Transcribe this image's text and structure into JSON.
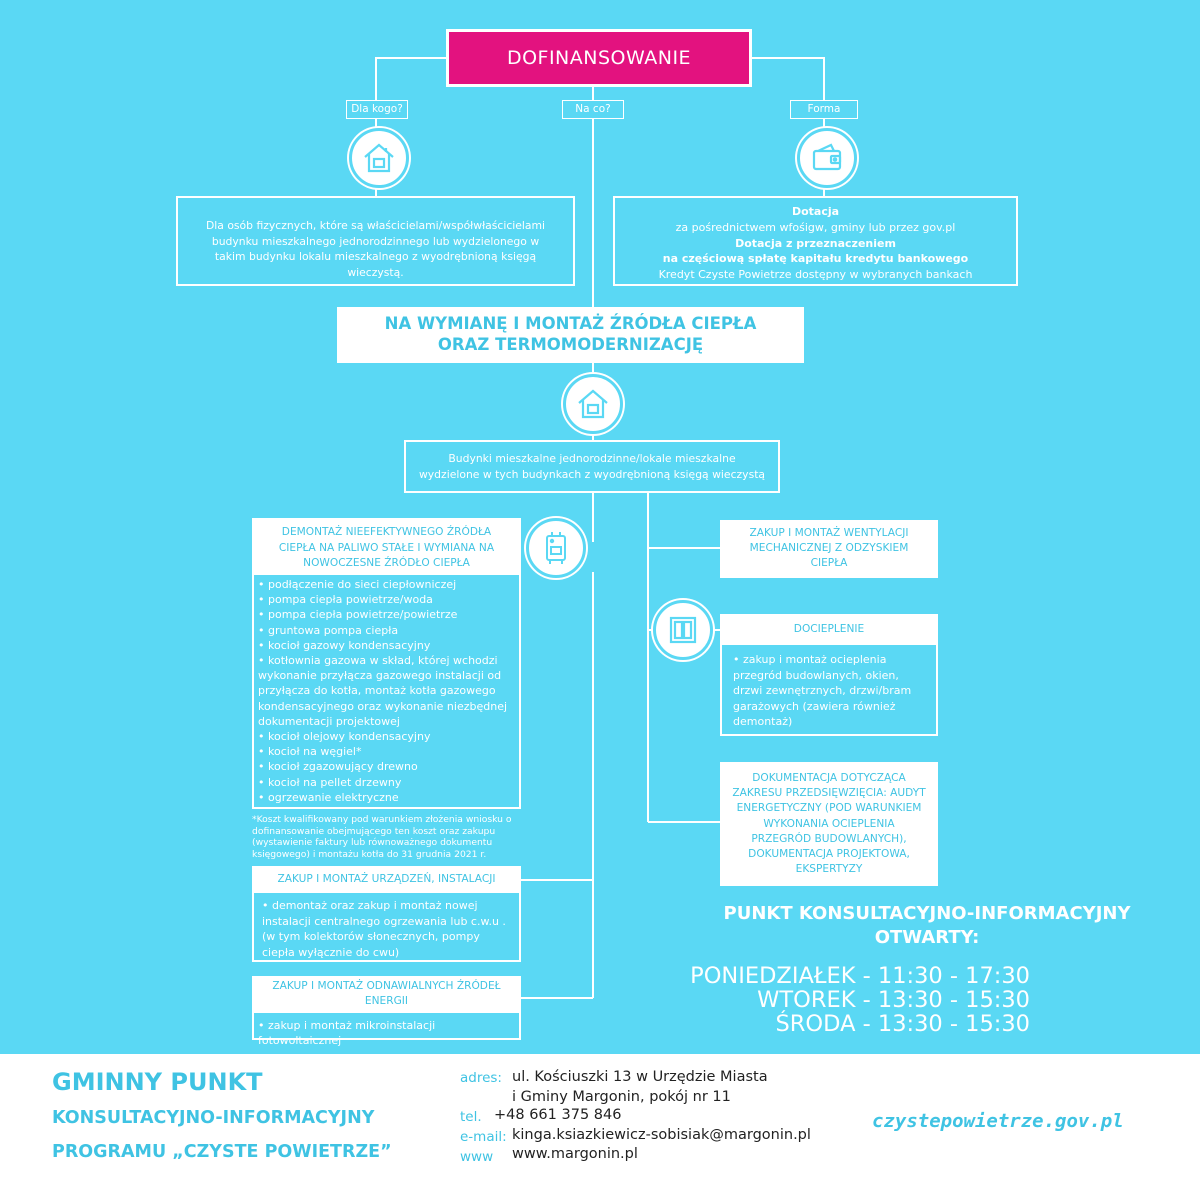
{
  "colors": {
    "background": "#5ad8f4",
    "accent": "#e3127f",
    "text_cyan": "#3fc3e3",
    "white": "#ffffff"
  },
  "header": {
    "title": "DOFINANSOWANIE"
  },
  "branches": {
    "who": "Dla kogo?",
    "what": "Na co?",
    "form": "Forma"
  },
  "icons": {
    "house": "house-icon",
    "wallet": "wallet-icon",
    "boiler": "boiler-icon",
    "window": "window-icon"
  },
  "who_text": "Dla osób fizycznych, które są właścicielami/współwłaścicielami budynku mieszkalnego jednorodzinnego lub wydzielonego w takim budynku lokalu mieszkalnego z wyodrębnioną księgą wieczystą.",
  "form_box": {
    "line1": "Dotacja",
    "line2": "za pośrednictwem wfośigw, gminy lub przez gov.pl",
    "line3": "Dotacja z przeznaczeniem",
    "line4": "na częściową spłatę kapitału kredytu bankowego",
    "line5": "Kredyt Czyste Powietrze dostępny w wybranych bankach"
  },
  "main_purpose": {
    "line1": "NA WYMIANĘ I MONTAŻ ŹRÓDŁA CIEPŁA",
    "line2": "ORAZ TERMOMODERNIZACJĘ"
  },
  "buildings": "Budynki mieszkalne jednorodzinne/lokale mieszkalne wydzielone w tych budynkach z wyodrębnioną księgą wieczystą",
  "heat_source": {
    "title": "DEMONTAŻ NIEEFEKTYWNEGO ŹRÓDŁA CIEPŁA NA PALIWO STAŁE I WYMIANA NA NOWOCZESNE ŹRÓDŁO CIEPŁA",
    "items": [
      "• podłączenie do sieci ciepłowniczej",
      "• pompa ciepła powietrze/woda",
      "• pompa ciepła powietrze/powietrze",
      "• gruntowa pompa ciepła",
      "• kocioł gazowy kondensacyjny",
      "• kotłownia gazowa w skład, której wchodzi wykonanie przyłącza gazowego instalacji od przyłącza do kotła, montaż kotła gazowego kondensacyjnego oraz wykonanie niezbędnej dokumentacji projektowej",
      "• kocioł olejowy kondensacyjny",
      "• kocioł na węgiel*",
      "• kocioł zgazowujący drewno",
      "• kocioł na pellet drzewny",
      "• ogrzewanie elektryczne"
    ],
    "footnote": "*Koszt kwalifikowany pod warunkiem złożenia wniosku o dofinansowanie obejmującego ten koszt oraz zakupu (wystawienie faktury lub równoważnego dokumentu księgowego) i montażu kotła do 31 grudnia 2021 r."
  },
  "installations": {
    "title": "ZAKUP I MONTAŻ URZĄDZEŃ, INSTALACJI",
    "text": "• demontaż oraz zakup i montaż nowej instalacji centralnego ogrzewania lub c.w.u . (w tym kolektorów słonecznych, pompy ciepła wyłącznie do cwu)"
  },
  "renewables": {
    "title": "ZAKUP I MONTAŻ ODNAWIALNYCH ŹRÓDEŁ ENERGII",
    "text": "• zakup i montaż mikroinstalacji fotowoltaicznej"
  },
  "ventilation": "ZAKUP I MONTAŻ WENTYLACJI MECHANICZNEJ Z ODZYSKIEM CIEPŁA",
  "insulation": {
    "title": "DOCIEPLENIE",
    "text": "• zakup i montaż ocieplenia przegród budowlanych, okien, drzwi zewnętrznych, drzwi/bram garażowych (zawiera również demontaż)"
  },
  "documentation": "DOKUMENTACJA DOTYCZĄCA ZAKRESU PRZEDSIĘWZIĘCIA: AUDYT ENERGETYCZNY (POD WARUNKIEM WYKONANIA OCIEPLENIA PRZEGRÓD BUDOWLANYCH), DOKUMENTACJA PROJEKTOWA, EKSPERTYZY",
  "opening": {
    "title1": "PUNKT KONSULTACYJNO-INFORMACYJNY",
    "title2": "OTWARTY:",
    "hours": [
      "PONIEDZIAŁEK - 11:30 - 17:30",
      "WTOREK - 13:30 - 15:30",
      "ŚRODA - 13:30 - 15:30"
    ]
  },
  "footer": {
    "title1": "GMINNY PUNKT",
    "title2": "KONSULTACYJNO-INFORMACYJNY",
    "title3": "PROGRAMU „CZYSTE POWIETRZE”",
    "address_label": "adres:",
    "address_line1": "ul. Kościuszki 13 w Urzędzie Miasta",
    "address_line2": "i Gminy Margonin, pokój nr 11",
    "tel_label": "tel.",
    "tel": "+48 661 375 846",
    "email_label": "e-mail:",
    "email": "kinga.ksiazkiewicz-sobisiak@margonin.pl",
    "www_label": "www",
    "www": "www.margonin.pl",
    "site": "czystepowietrze.gov.pl"
  }
}
